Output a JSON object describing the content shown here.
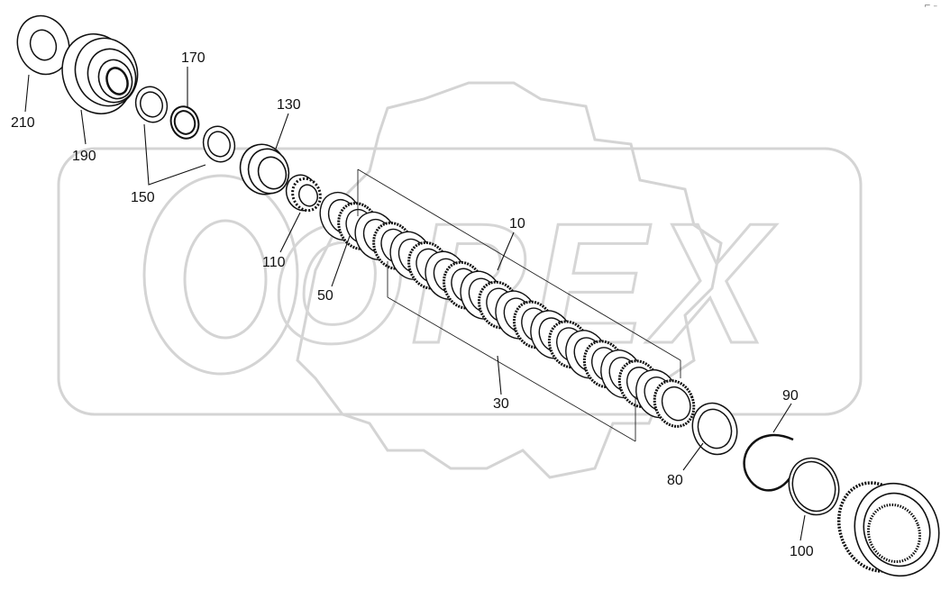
{
  "watermark": {
    "text": "OPEX",
    "color": "#d9d9d9"
  },
  "colors": {
    "line": "#111111",
    "ring_fill": "#ffffff",
    "hatch": "#444444"
  },
  "callouts": [
    {
      "id": "c210",
      "label": "210"
    },
    {
      "id": "c190",
      "label": "190"
    },
    {
      "id": "c170",
      "label": "170"
    },
    {
      "id": "c150",
      "label": "150"
    },
    {
      "id": "c130",
      "label": "130"
    },
    {
      "id": "c110",
      "label": "110"
    },
    {
      "id": "c50",
      "label": "50"
    },
    {
      "id": "c10",
      "label": "10"
    },
    {
      "id": "c30",
      "label": "30"
    },
    {
      "id": "c80",
      "label": "80"
    },
    {
      "id": "c90",
      "label": "90"
    },
    {
      "id": "c100",
      "label": "100"
    }
  ],
  "clutch_pack": {
    "discs": 20
  }
}
